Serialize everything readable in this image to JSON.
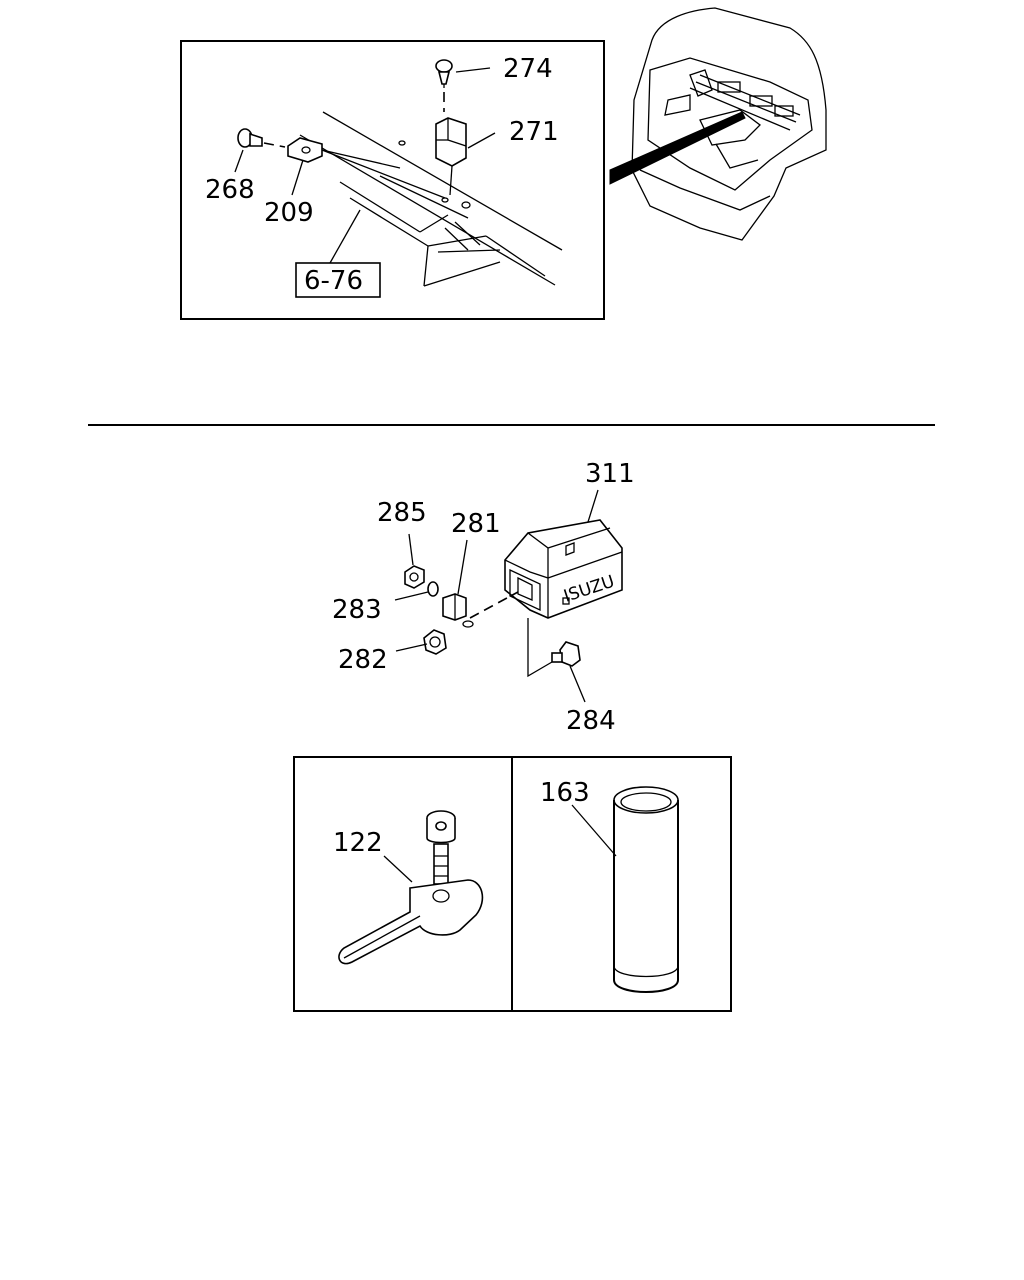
{
  "callouts": {
    "p274": "274",
    "p271": "271",
    "p268": "268",
    "p209": "209",
    "ref676": "6-76",
    "p311": "311",
    "p285": "285",
    "p281": "281",
    "p283": "283",
    "p282": "282",
    "p284": "284",
    "p122": "122",
    "p163": "163"
  },
  "box_mark": "ISUZU"
}
